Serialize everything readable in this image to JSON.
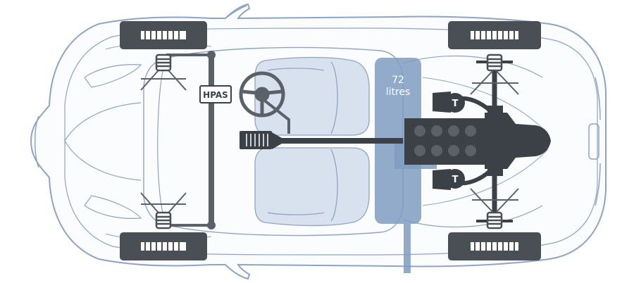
{
  "labels": {
    "hpas": "HPAS",
    "fuel_capacity_value": "72",
    "fuel_capacity_unit": "litres",
    "turbo_letter": "T"
  },
  "colors": {
    "background": "#ffffff",
    "body_line": "#8fa4c2",
    "body_fill": "#fbfcfe",
    "seat_fill": "#cfdbea",
    "fuel_tank": "#7f9cc2",
    "mechanical_dark": "#3c4148",
    "mechanical_mid": "#5b6168",
    "tire": "#4a4f56"
  },
  "icons": {
    "turbo": "turbocharger-icon",
    "steering": "steering-wheel-icon",
    "spring": "coil-spring-icon"
  }
}
